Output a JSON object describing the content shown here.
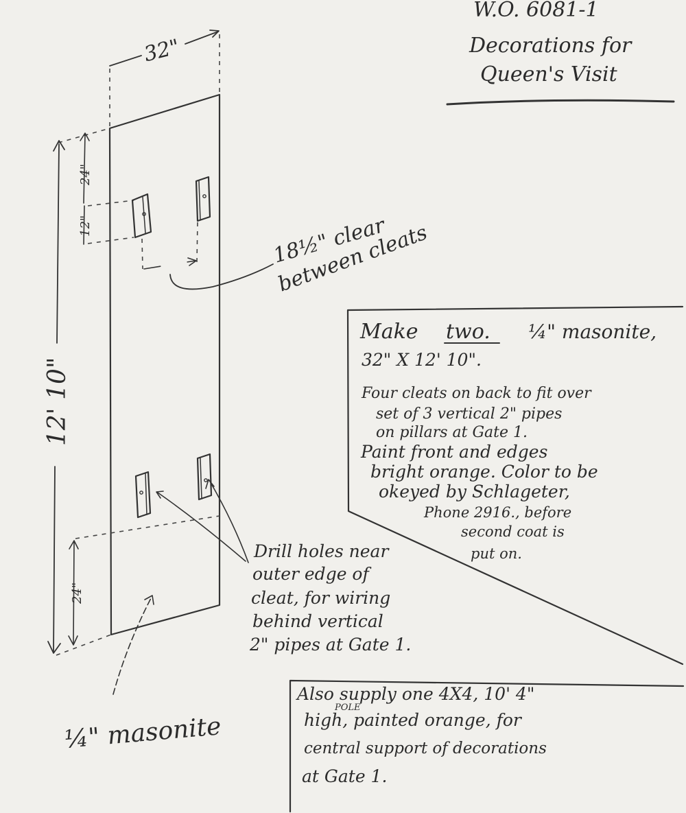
{
  "header": {
    "work_order": "W.O. 6081-1",
    "title_line1": "Decorations for",
    "title_line2": "Queen's Visit"
  },
  "dimensions": {
    "width": "32\"",
    "height": "12' 10\"",
    "top_offset": "24\"",
    "cleat_height": "12\"",
    "bottom_offset": "24\""
  },
  "callouts": {
    "clearance_line1": "18½\" clear",
    "clearance_line2": "between cleats",
    "drill_line1": "Drill holes near",
    "drill_line2": "outer edge of",
    "drill_line3": "cleat, for wiring",
    "drill_line4": "behind vertical",
    "drill_line5": "2\" pipes at Gate 1.",
    "material": "¼\" masonite"
  },
  "spec_note": {
    "line1_prefix": "Make",
    "line1_emphasis": "two.",
    "line1_suffix": "¼\" masonite,",
    "line2": "32\" X 12' 10\".",
    "line3": "Four cleats on back to fit over",
    "line4": "set of 3 vertical 2\" pipes",
    "line5": "on pillars at Gate 1.",
    "line6": "Paint front and edges",
    "line7": "bright orange. Color to be",
    "line8": "okeyed by Schlageter,",
    "line9": "Phone 2916., before",
    "line10": "second coat is",
    "line11": "put on."
  },
  "supply_note": {
    "line1": "Also supply one 4X4, 10' 4\"",
    "insert": "POLE",
    "line2": "high, painted orange, for",
    "line3": "central support of decorations",
    "line4": "at Gate 1."
  }
}
